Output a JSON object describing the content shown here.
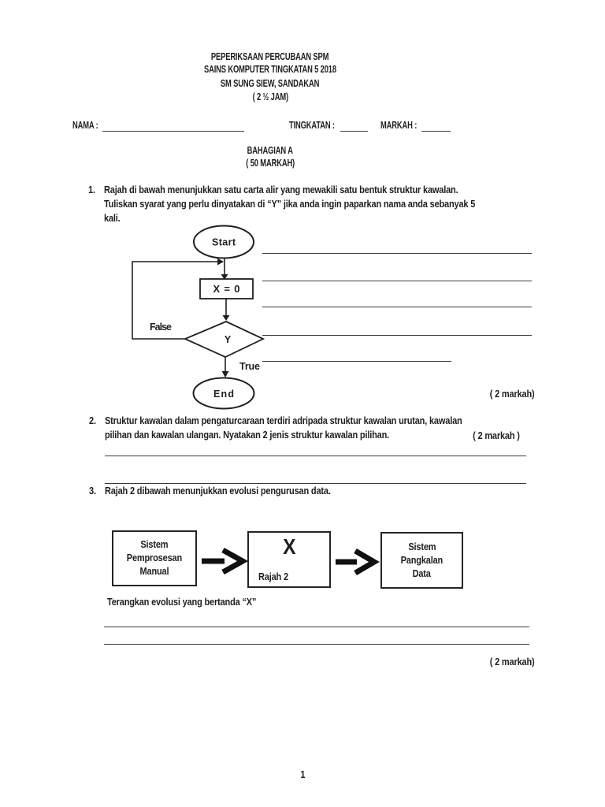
{
  "doc": {
    "header": {
      "line1": "PEPERIKSAAN PERCUBAAN SPM",
      "line2": "SAINS KOMPUTER TINGKATAN 5 2018",
      "line3": "SM SUNG SIEW, SANDAKAN",
      "line4": "( 2 ½ JAM)"
    },
    "info": {
      "nama_label": "NAMA :",
      "tingkatan_label": "TINGKATAN :",
      "markah_label": "MARKAH :"
    },
    "section": {
      "title": "BAHAGIAN A",
      "subtitle": "( 50 MARKAH)"
    },
    "q1": {
      "num": "1.",
      "line1": "Rajah di bawah menunjukkan satu carta alir yang mewakili satu bentuk struktur  kawalan.",
      "line2": "Tuliskan syarat yang perlu dinyatakan di  “Y”  jika anda ingin paparkan nama anda sebanyak 5",
      "line3": "kali.",
      "marks": "( 2 markah)",
      "flow": {
        "start": "Start",
        "process": "X=0",
        "decision": "Y",
        "false_label": "False",
        "true_label": "True",
        "end": "End"
      }
    },
    "q2": {
      "num": "2.",
      "line1": "Struktur kawalan dalam pengaturcaraan terdiri adripada struktur kawalan urutan, kawalan",
      "line2": "pilihan dan kawalan ulangan. Nyatakan 2 jenis struktur kawalan pilihan.",
      "marks": "( 2 markah )"
    },
    "q3": {
      "num": "3.",
      "intro": "Rajah 2 dibawah menunjukkan evolusi pengurusan data.",
      "box1": [
        "Sistem",
        "Pemprosesan",
        "Manual"
      ],
      "box2": {
        "x": "X",
        "caption": "Rajah 2"
      },
      "box3": [
        "Sistem",
        "Pangkalan",
        "Data"
      ],
      "instruction": "Terangkan evolusi yang bertanda “X”",
      "marks": "( 2 markah)"
    },
    "page_number": "1",
    "colors": {
      "ink": "#1f1f1f",
      "line": "#3a3a3a"
    }
  }
}
